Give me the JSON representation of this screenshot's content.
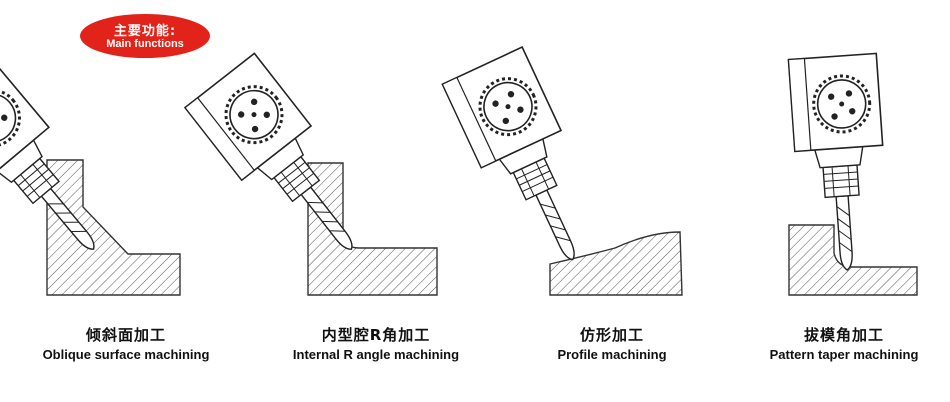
{
  "header": {
    "title_cn": "主要功能:",
    "title_en": "Main functions"
  },
  "functions": [
    {
      "cn": "倾斜面加工",
      "en": "Oblique surface machining"
    },
    {
      "cn": "内型腔R角加工",
      "en": "Internal R angle machining"
    },
    {
      "cn": "仿形加工",
      "en": "Profile machining"
    },
    {
      "cn": "拔模角加工",
      "en": "Pattern taper machining"
    }
  ]
}
